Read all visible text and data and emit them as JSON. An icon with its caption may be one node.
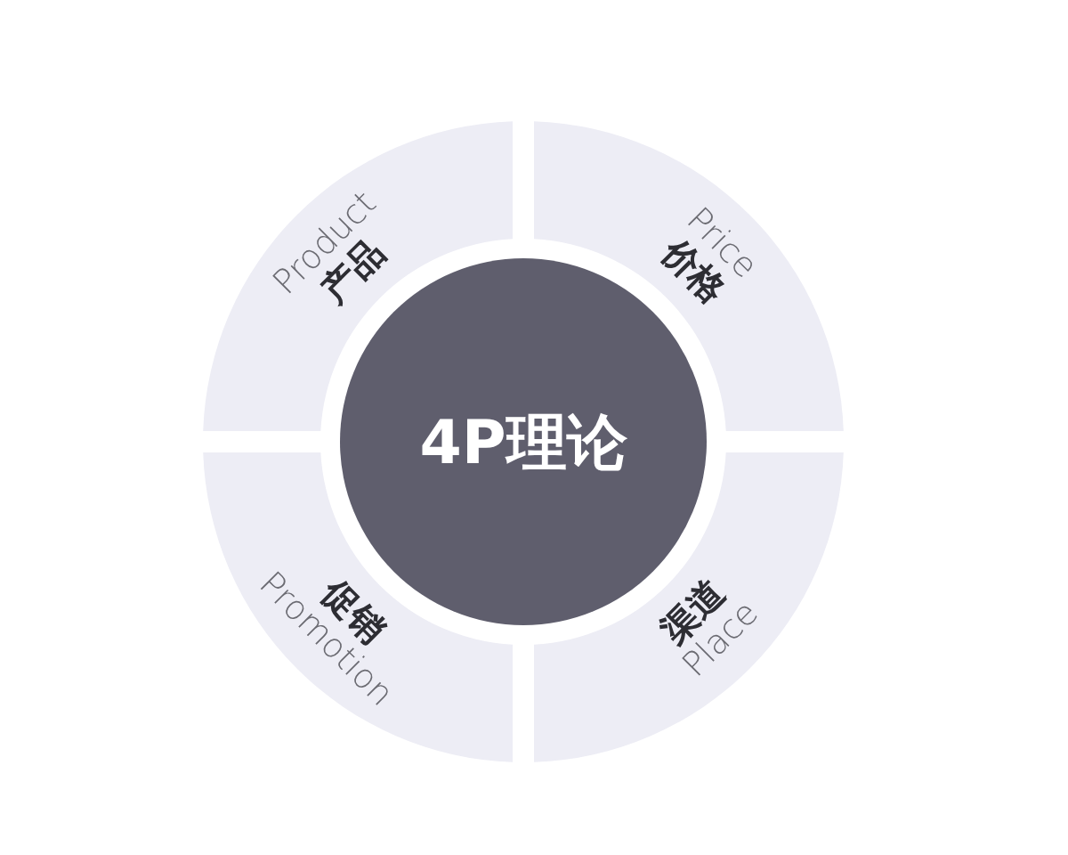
{
  "diagram": {
    "nodes": [
      {
        "text": [
          "4P理论"
        ]
      },
      {
        "text": [
          "Product",
          "产品"
        ]
      },
      {
        "text": [
          "Price",
          "价格"
        ]
      },
      {
        "text": [
          "促销",
          "Promotion"
        ]
      },
      {
        "text": [
          "渠道",
          "Place"
        ]
      }
    ]
  }
}
